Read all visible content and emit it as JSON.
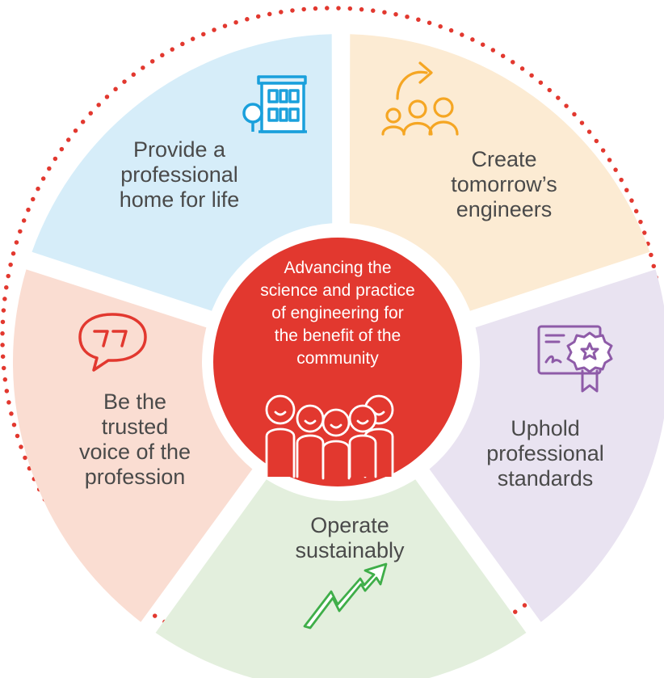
{
  "center": {
    "line1": "Advancing the",
    "line2": "science and practice",
    "line3": "of engineering for",
    "line4": "the benefit of the",
    "line5": "community",
    "icon": "people-group-icon",
    "fill": "#E2382F"
  },
  "segments": {
    "home": {
      "line1": "Provide a",
      "line2": "professional",
      "line3": "home for life",
      "icon": "building-icon",
      "fill": "#D6EDF9",
      "accent": "#1AA0DC"
    },
    "engineers": {
      "line1": "Create",
      "line2": "tomorrow’s",
      "line3": "engineers",
      "icon": "people-growth-icon",
      "fill": "#FCEBD3",
      "accent": "#F5A623"
    },
    "standards": {
      "line1": "Uphold",
      "line2": "professional",
      "line3": "standards",
      "icon": "certificate-icon",
      "fill": "#E9E3F1",
      "accent": "#8E5BA8"
    },
    "sustain": {
      "line1": "Operate",
      "line2": "sustainably",
      "icon": "trend-up-arrow-icon",
      "fill": "#E3EFDD",
      "accent": "#3FAE49"
    },
    "voice": {
      "line1": "Be the",
      "line2": "trusted",
      "line3": "voice of the",
      "line4": "profession",
      "icon": "speech-bubble-icon",
      "fill": "#FADDD2",
      "accent": "#E2382F"
    }
  },
  "ring": {
    "style": "dotted",
    "color": "#E2382F"
  },
  "text_color": "#4A4A4A"
}
